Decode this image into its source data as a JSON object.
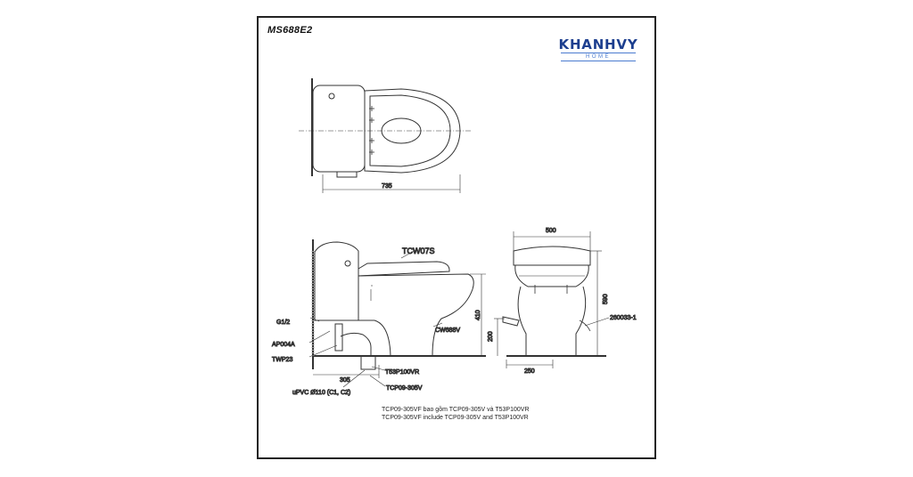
{
  "model": "MS688E2",
  "logo": {
    "name": "KHANHVY",
    "sub": "HOME"
  },
  "labels": {
    "dim_735": "735",
    "dim_500": "500",
    "dim_590": "590",
    "dim_410": "410",
    "dim_200": "200",
    "dim_250": "250",
    "dim_305": "305",
    "seat": "TCW07S",
    "bowl": "CW688V",
    "g12": "G1/2",
    "ap004a": "AP004A",
    "twp23": "TWP23",
    "t53": "T53P100VR",
    "tcp09": "TCP09-305V",
    "upvc": "uPVC Ø110 (C1, C2)",
    "part260033": "260033-1"
  },
  "notes": {
    "line1": "TCP09-305VF bao gồm TCP09-305V và T53P100VR",
    "line2": "TCP09-305VF include TCP09-305V and T53P100VR"
  }
}
